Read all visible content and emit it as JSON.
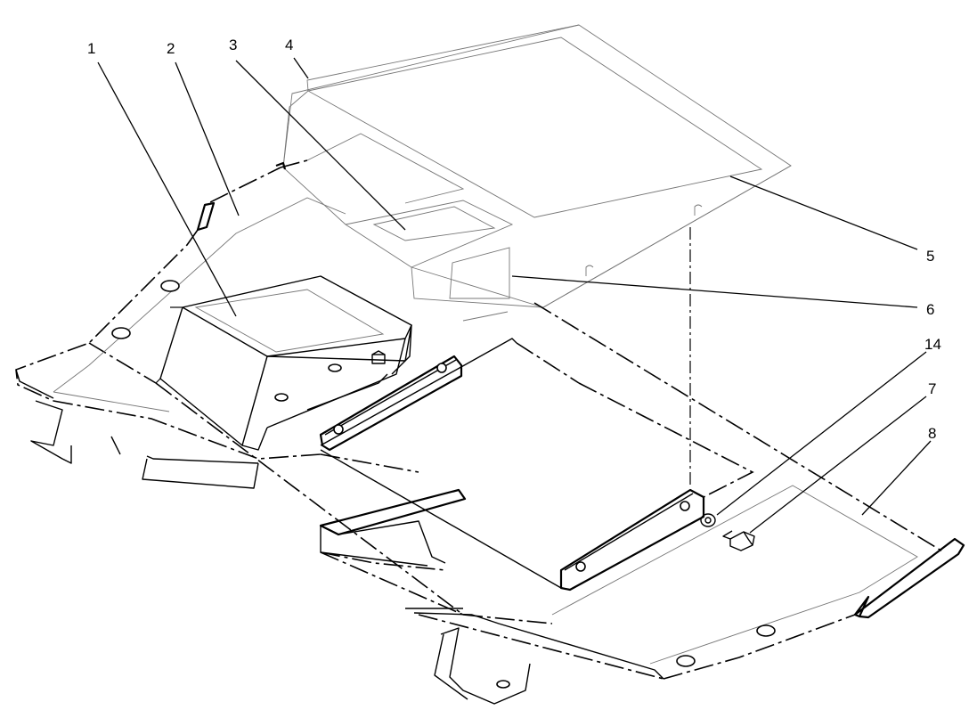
{
  "diagram": {
    "type": "exploded-parts-view",
    "callouts": [
      {
        "id": "c1",
        "label": "1"
      },
      {
        "id": "c2",
        "label": "2"
      },
      {
        "id": "c3",
        "label": "3"
      },
      {
        "id": "c4",
        "label": "4"
      },
      {
        "id": "c5",
        "label": "5"
      },
      {
        "id": "c6",
        "label": "6"
      },
      {
        "id": "c14",
        "label": "14"
      },
      {
        "id": "c7",
        "label": "7"
      },
      {
        "id": "c8",
        "label": "8"
      }
    ]
  }
}
